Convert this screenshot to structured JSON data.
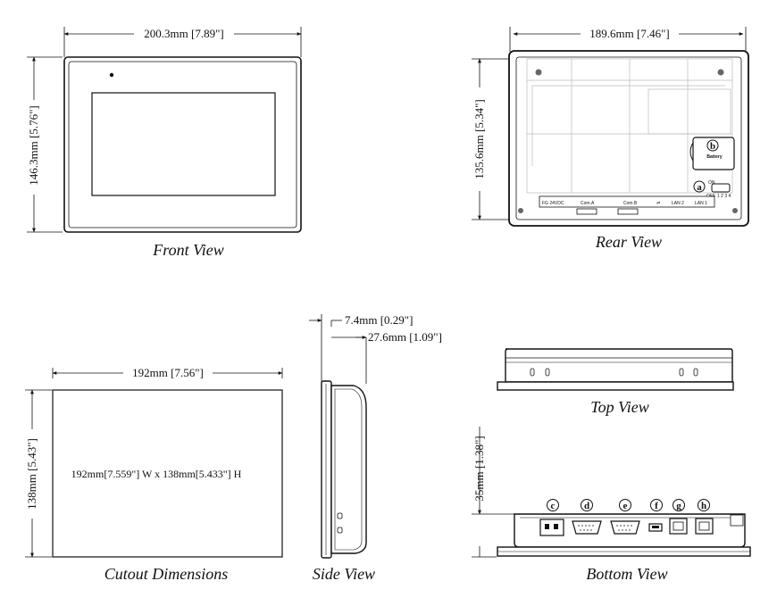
{
  "front": {
    "caption": "Front View",
    "width_dim": "200.3mm [7.89\"]",
    "height_dim": "146.3mm [5.76\"]"
  },
  "rear": {
    "caption": "Rear View",
    "width_dim": "189.6mm [7.46\"]",
    "height_dim": "135.6mm [5.34\"]",
    "battery_label": "Battery",
    "callout_a": "a",
    "callout_b": "b",
    "switch_on": "ON",
    "switch_off": "OFF",
    "switch_nums": "1 2 3 4",
    "ports": [
      "FG 24VDC",
      "Com.A",
      "Com.B",
      "LAN 2",
      "LAN 1"
    ]
  },
  "cutout": {
    "caption": "Cutout Dimensions",
    "width_dim": "192mm [7.56\"]",
    "height_dim": "138mm [5.43\"]",
    "spec": "192mm[7.559\"]  W x 138mm[5.433\"] H"
  },
  "side": {
    "caption": "Side View",
    "dim_front": "7.4mm [0.29\"]",
    "dim_depth": "27.6mm [1.09\"]"
  },
  "top": {
    "caption": "Top View"
  },
  "bottom": {
    "caption": "Bottom View",
    "height_dim": "35mm [1.38\"]",
    "callouts": [
      "c",
      "d",
      "e",
      "f",
      "g",
      "h"
    ]
  }
}
